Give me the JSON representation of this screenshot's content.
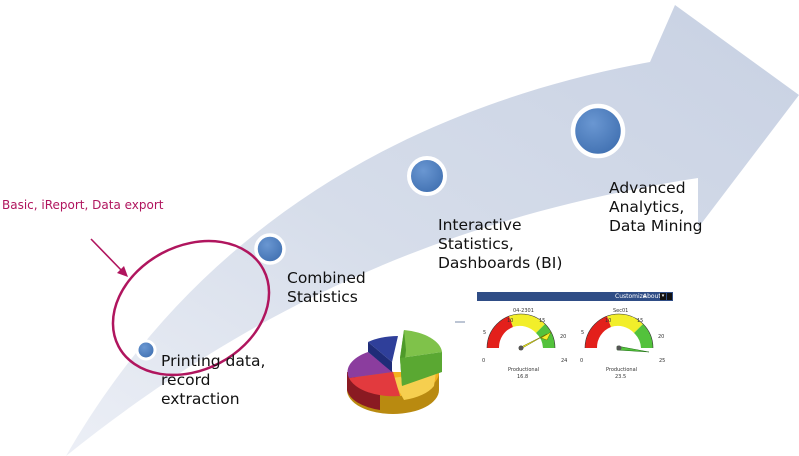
{
  "annotation": {
    "text": "Basic, iReport, Data export"
  },
  "stages": [
    {
      "label": "Printing data,\nrecord\nextraction"
    },
    {
      "label": "Combined\nStatistics"
    },
    {
      "label": "Interactive\nStatistics,\nDashboards (BI)"
    },
    {
      "label": "Advanced\nAnalytics,\nData Mining"
    }
  ],
  "dashboard": {
    "menu": [
      "Customize",
      "About"
    ],
    "gauges": [
      {
        "title": "04-2301",
        "ticks": [
          "0",
          "5",
          "10",
          "15",
          "20",
          "24"
        ],
        "caption": "Productional",
        "value_text": "16.8"
      },
      {
        "title": "Sec01",
        "ticks": [
          "0",
          "5",
          "10",
          "15",
          "20",
          "25"
        ],
        "caption": "Productional",
        "value_text": "23.5"
      }
    ]
  },
  "colors": {
    "arrow": "#d5dcea",
    "node_fill": "#4f7fbf",
    "node_ring": "#ffffff",
    "annotation": "#b0155e",
    "dashboard_bar": "#2f4d86"
  }
}
